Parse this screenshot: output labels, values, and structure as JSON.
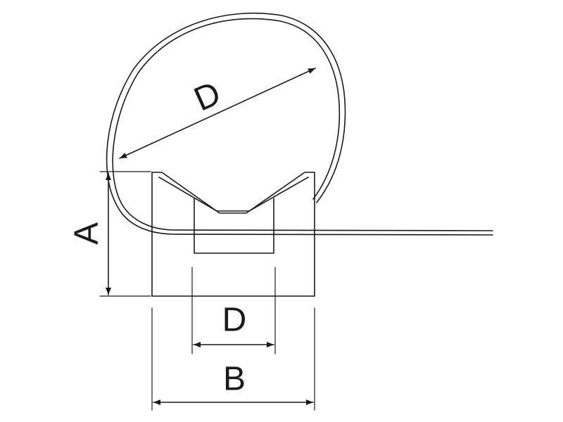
{
  "labels": {
    "diameter_circle": "D",
    "height": "A",
    "diameter_slot": "D",
    "width": "B"
  },
  "colors": {
    "stroke": "#1a1a1a",
    "background": "#ffffff"
  }
}
